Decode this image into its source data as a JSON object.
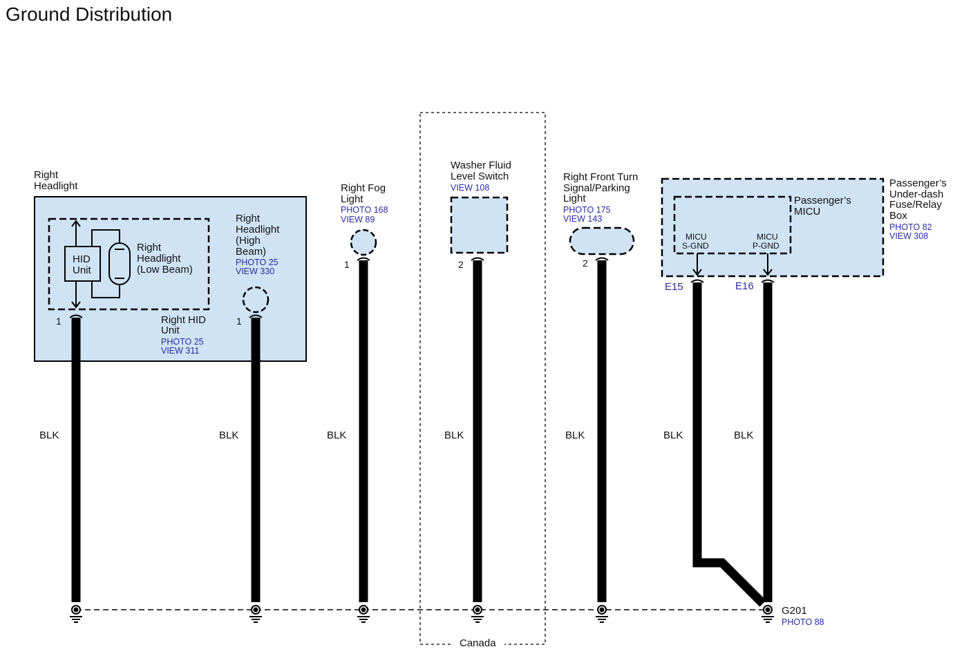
{
  "title": "Ground Distribution",
  "colors": {
    "box_fill": "#cfe3f5",
    "wire": "#000000",
    "ref": "#2a2aa0"
  },
  "right_headlight": {
    "label1": "Right",
    "label2": "Headlight",
    "hid_unit1": "HID",
    "hid_unit2": "Unit",
    "lowbeam1": "Right",
    "lowbeam2": "Headlight",
    "lowbeam3": "(Low Beam)",
    "hid_label1": "Right HID",
    "hid_label2": "Unit",
    "hid_photo": "PHOTO 25",
    "hid_view": "VIEW 311",
    "pin": "1"
  },
  "high_beam": {
    "l1": "Right",
    "l2": "Headlight",
    "l3": "(High",
    "l4": "Beam)",
    "photo": "PHOTO 25",
    "view": "VIEW 330",
    "pin": "1"
  },
  "fog_light": {
    "l1": "Right Fog",
    "l2": "Light",
    "photo": "PHOTO 168",
    "view": "VIEW 89",
    "pin": "1"
  },
  "washer": {
    "l1": "Washer Fluid",
    "l2": "Level Switch",
    "view": "VIEW 108",
    "pin": "2",
    "region": "Canada"
  },
  "turn_signal": {
    "l1": "Right Front Turn",
    "l2": "Signal/Parking",
    "l3": "Light",
    "photo": "PHOTO 175",
    "view": "VIEW 143",
    "pin": "2"
  },
  "fuse_box": {
    "l1": "Passenger’s",
    "l2": "Under-dash",
    "l3": "Fuse/Relay",
    "l4": "Box",
    "photo": "PHOTO 82",
    "view": "VIEW 308",
    "micu1": "Passenger’s",
    "micu2": "MICU",
    "sgnd1": "MICU",
    "sgnd2": "S-GND",
    "pgnd1": "MICU",
    "pgnd2": "P-GND",
    "e15": "E15",
    "e16": "E16"
  },
  "wires": [
    "BLK",
    "BLK",
    "BLK",
    "BLK",
    "BLK",
    "BLK",
    "BLK"
  ],
  "ground": {
    "name": "G201",
    "photo": "PHOTO 88"
  }
}
